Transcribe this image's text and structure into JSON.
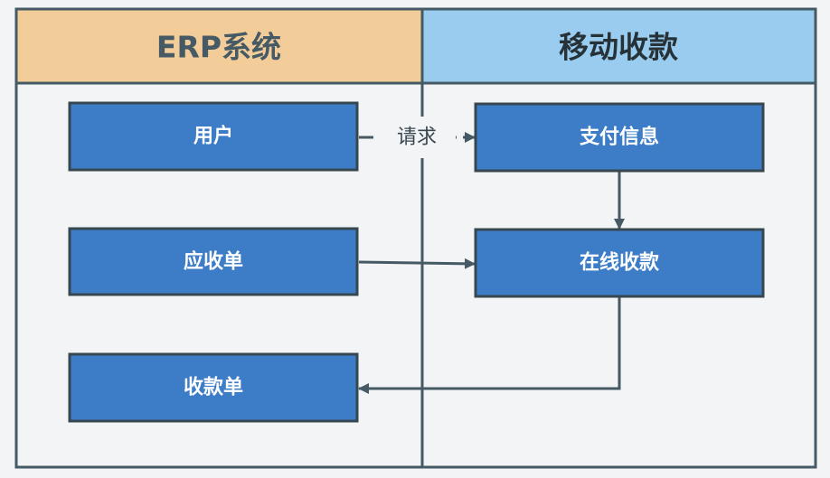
{
  "lanes": [
    {
      "id": "erp",
      "title": "ERP系统",
      "header_color": "#f2cc99",
      "title_color": "#455a64"
    },
    {
      "id": "mobile",
      "title": "移动收款",
      "header_color": "#99ccee",
      "title_color": "#263238"
    }
  ],
  "nodes": [
    {
      "id": "user",
      "label": "用户",
      "lane": "erp"
    },
    {
      "id": "receivable",
      "label": "应收单",
      "lane": "erp"
    },
    {
      "id": "receipt",
      "label": "收款单",
      "lane": "erp"
    },
    {
      "id": "payment_info",
      "label": "支付信息",
      "lane": "mobile"
    },
    {
      "id": "online_collection",
      "label": "在线收款",
      "lane": "mobile"
    }
  ],
  "edges": [
    {
      "from": "user",
      "to": "payment_info",
      "label": "请求",
      "style": "dashed"
    },
    {
      "from": "payment_info",
      "to": "online_collection",
      "style": "solid"
    },
    {
      "from": "receivable",
      "to": "online_collection",
      "style": "solid"
    },
    {
      "from": "online_collection",
      "to": "receipt",
      "style": "solid"
    }
  ],
  "colors": {
    "node_fill": "#3d7dc8",
    "node_border": "#37474f",
    "frame_border": "#455a64",
    "edge": "#455a64",
    "lane_body": "#f3f4f6"
  }
}
